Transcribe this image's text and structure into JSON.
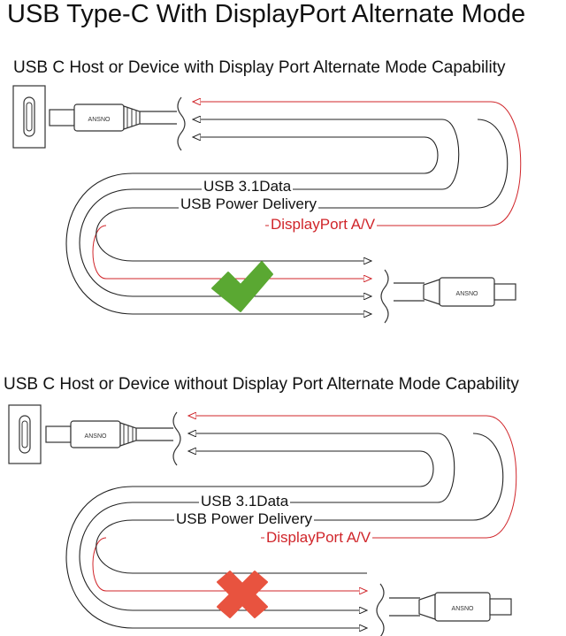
{
  "title": "USB Type-C With DisplayPort Alternate Mode",
  "colors": {
    "signal_red": "#d0252a",
    "line_black": "#222222",
    "check_green": "#5aa832",
    "cross_red": "#e8533f"
  },
  "panels": [
    {
      "heading": "USB  C  Host or Device with Display Port Alternate Mode Capability",
      "labels": {
        "data": "USB 3.1Data",
        "power": "USB Power Delivery",
        "video": "DisplayPort A/V"
      },
      "connector_brand": "ANSNO",
      "status": "supported",
      "status_icon": "check-icon"
    },
    {
      "heading": "USB  C  Host or Device without Display Port Alternate Mode Capability",
      "labels": {
        "data": "USB 3.1Data",
        "power": "USB Power Delivery",
        "video": "DisplayPort A/V"
      },
      "connector_brand": "ANSNO",
      "status": "not-supported",
      "status_icon": "cross-icon"
    }
  ]
}
